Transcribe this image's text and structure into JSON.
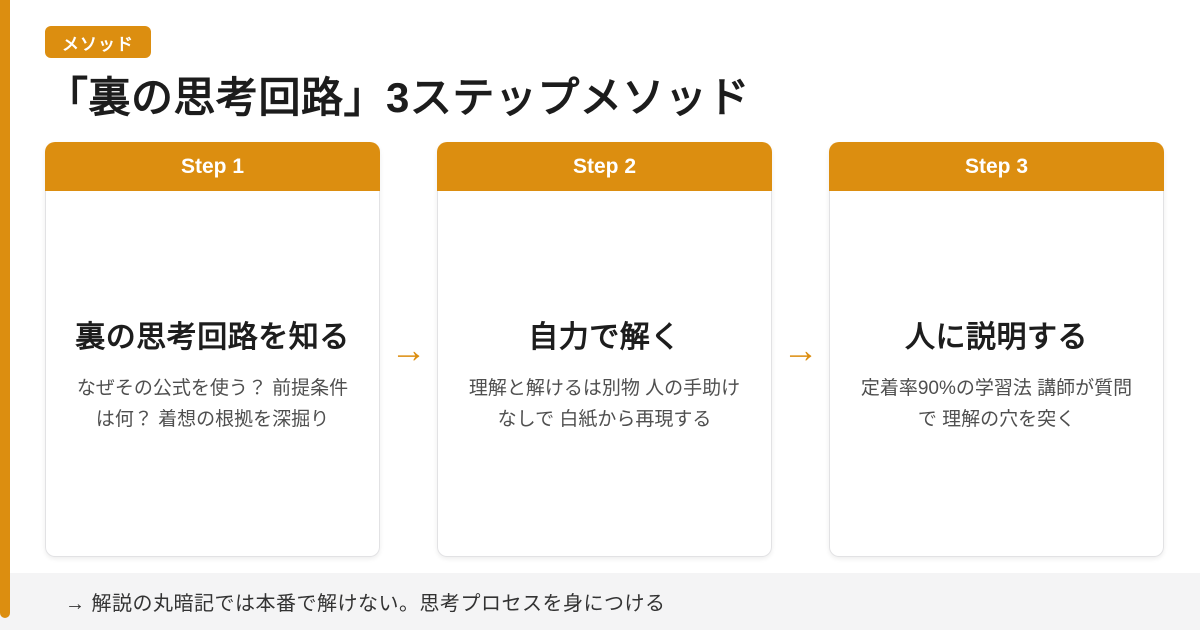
{
  "badge": {
    "label": "メソッド"
  },
  "title": "「裏の思考回路」3ステップメソッド",
  "arrow_glyph": "→",
  "steps": [
    {
      "header": "Step 1",
      "title": "裏の思考回路を知る",
      "desc": "なぜその公式を使う？ 前提条件\nは何？ 着想の根拠を深掘り"
    },
    {
      "header": "Step 2",
      "title": "自力で解く",
      "desc": "理解と解けるは別物 人の手助け\nなしで 白紙から再現する"
    },
    {
      "header": "Step 3",
      "title": "人に説明する",
      "desc": "定着率90%の学習法 講師が質問\nで 理解の穴を突く"
    }
  ],
  "footer": {
    "text": "→ 解説の丸暗記では本番で解けない。思考プロセスを身につける"
  },
  "colors": {
    "accent_orange": "#DC8E10",
    "footer_bg": "#F4F4F5",
    "title_text": "#1C1C1C",
    "desc_text": "#4F4F4F"
  }
}
